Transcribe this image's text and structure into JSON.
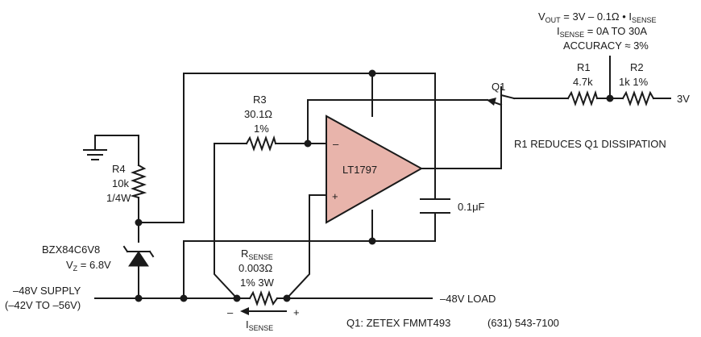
{
  "output_eq": {
    "v": "V",
    "out": "OUT",
    "eq1": " = 3V – 0.1Ω • I",
    "sense": "SENSE"
  },
  "isense_range": {
    "i": "I",
    "sense": "SENSE",
    "rest": " = 0A TO 30A"
  },
  "accuracy": "ACCURACY ≈ 3%",
  "r1": {
    "name": "R1",
    "value": "4.7k"
  },
  "r2": {
    "name": "R2",
    "value": "1k  1%"
  },
  "rail_3v": "3V",
  "q1": "Q1",
  "r1_note": "R1 REDUCES Q1 DISSIPATION",
  "r3": {
    "name": "R3",
    "value": "30.1Ω",
    "tol": "1%"
  },
  "r4": {
    "name": "R4",
    "value": "10k",
    "power": "1/4W"
  },
  "opamp": {
    "name": "LT1797",
    "minus": "–",
    "plus": "+"
  },
  "cap": "0.1μF",
  "zener": {
    "part": "BZX84C6V8",
    "vz_v": "V",
    "vz_z": "Z",
    "vz_rest": " = 6.8V"
  },
  "rsense": {
    "r": "R",
    "sense": "SENSE",
    "value": "0.003Ω",
    "spec": "1% 3W",
    "minus": "–",
    "plus": "+"
  },
  "isense_arrow": {
    "i": "I",
    "sense": "SENSE"
  },
  "supply": {
    "label": "–48V SUPPLY",
    "range": "(–42V TO –56V)"
  },
  "load": "–48V LOAD",
  "q1_part": "Q1: ZETEX FMMT493",
  "phone": "(631) 543-7100",
  "colors": {
    "opamp_fill": "#e8b4ab",
    "wire": "#1a1a1a"
  }
}
